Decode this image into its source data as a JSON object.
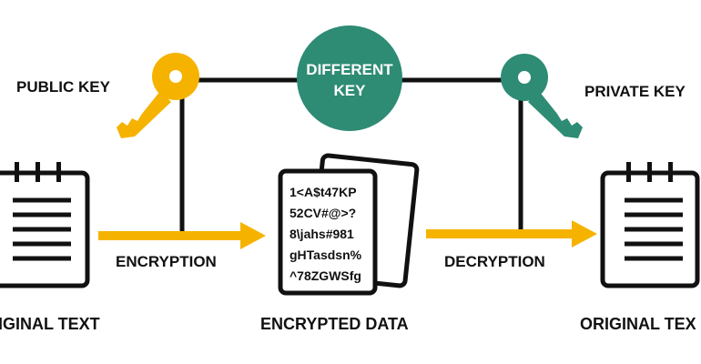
{
  "labels": {
    "public_key": "PUBLIC KEY",
    "private_key": "PRIVATE KEY",
    "different_key_line1": "DIFFERENT",
    "different_key_line2": "KEY",
    "encryption": "ENCRYPTION",
    "decryption": "DECRYPTION",
    "encrypted_data": "ENCRYPTED DATA",
    "original_text_left": "IGINAL TEXT",
    "original_text_right": "ORIGINAL TEX"
  },
  "cipher_lines": [
    "1<A$t47KP",
    "52CV#@>?",
    "8\\jahs#981",
    "gHTasdsn%",
    "^78ZGWSfg"
  ],
  "colors": {
    "public_key": "#f5b300",
    "private_key": "#2e8b74",
    "different_key_circle": "#2e8b74",
    "arrows": "#f5b300",
    "lines": "#111111"
  },
  "icons": {
    "public_key": "key-icon",
    "private_key": "key-icon",
    "documents": "notepad-icon",
    "encrypted": "paper-stack-icon"
  }
}
